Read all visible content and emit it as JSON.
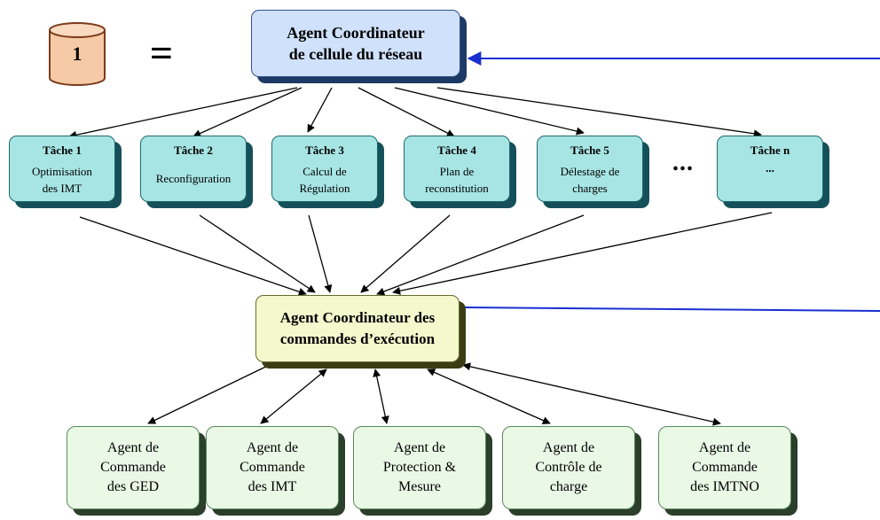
{
  "legend": {
    "number": "1",
    "equals_sign": "="
  },
  "coordinator_top": {
    "line1": "Agent Coordinateur",
    "line2": "de cellule du réseau"
  },
  "tasks": [
    {
      "title": "Tâche 1",
      "line1": "Optimisation",
      "line2": "des IMT"
    },
    {
      "title": "Tâche 2",
      "line1": "Reconfiguration",
      "line2": ""
    },
    {
      "title": "Tâche 3",
      "line1": "Calcul de",
      "line2": "Régulation"
    },
    {
      "title": "Tâche 4",
      "line1": "Plan de",
      "line2": "reconstitution"
    },
    {
      "title": "Tâche 5",
      "line1": "Délestage de",
      "line2": "charges"
    },
    {
      "title": "Tâche n",
      "line1": "...",
      "line2": ""
    }
  ],
  "tasks_ellipsis": "...",
  "coordinator_mid": {
    "line1": "Agent Coordinateur des",
    "line2": "commandes d’exécution"
  },
  "agents": [
    {
      "line1": "Agent de",
      "line2": "Commande",
      "line3": "des GED"
    },
    {
      "line1": "Agent de",
      "line2": "Commande",
      "line3": "des IMT"
    },
    {
      "line1": "Agent de",
      "line2": "Protection &",
      "line3": "Mesure"
    },
    {
      "line1": "Agent de",
      "line2": "Contrôle de",
      "line3": "charge"
    },
    {
      "line1": "Agent de",
      "line2": "Commande",
      "line3": "des IMTNO"
    }
  ],
  "colors": {
    "top_fill": "#cfe1fb",
    "task_fill": "#a7e5e4",
    "mid_fill": "#f3f9cd",
    "agent_fill": "#eaf9e6",
    "cylinder_fill": "#f6caa6",
    "blue_line": "#1a2fd0"
  }
}
